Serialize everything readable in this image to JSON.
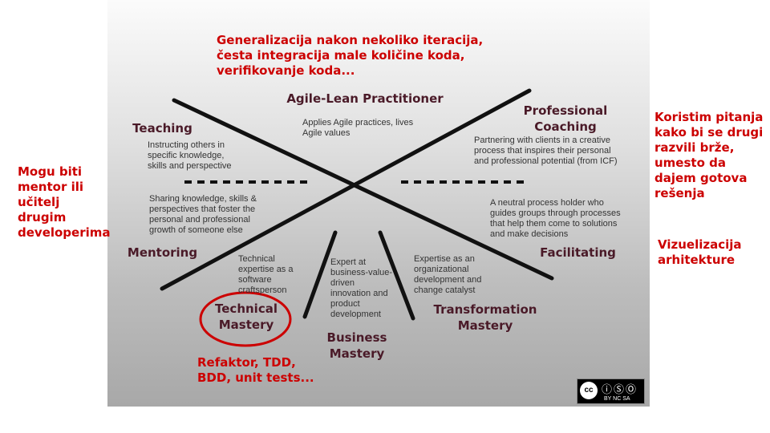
{
  "annotations": {
    "top": "Generalizacija nakon nekoliko iteracija, česta integracija male količine koda, verifikovanje koda...",
    "left": "Mogu biti mentor ili učitelj drugim developerima",
    "right_top": "Koristim pitanja kako bi se drugi razvili brže, umesto da dajem gotova rešenja",
    "right_bottom": "Vizuelizacija arhitekture",
    "bottom": "Refaktor, TDD, BDD, unit tests..."
  },
  "framework": {
    "agile": {
      "title": "Agile-Lean Practitioner",
      "desc": "Applies Agile practices, lives Agile values"
    },
    "teaching": {
      "title": "Teaching",
      "desc": "Instructing others in specific knowledge, skills and perspective"
    },
    "coaching": {
      "title": "Professional Coaching",
      "desc": "Partnering with clients in a creative process that inspires their personal and professional potential (from ICF)"
    },
    "mentoring": {
      "title": "Mentoring",
      "desc": "Sharing knowledge, skills & perspectives that foster the personal and professional growth of someone else"
    },
    "facilitating": {
      "title": "Facilitating",
      "desc": "A neutral process holder who guides groups through processes that help them come to solutions and make decisions"
    },
    "technical": {
      "title": "Technical Mastery",
      "desc": "Technical expertise as a software craftsperson"
    },
    "business": {
      "title": "Business Mastery",
      "desc": "Expert at business-value-driven innovation and product development"
    },
    "transformation": {
      "title": "Transformation Mastery",
      "desc": "Expertise as an organizational development and change catalyst"
    }
  },
  "license": {
    "label": "BY NC SA"
  }
}
